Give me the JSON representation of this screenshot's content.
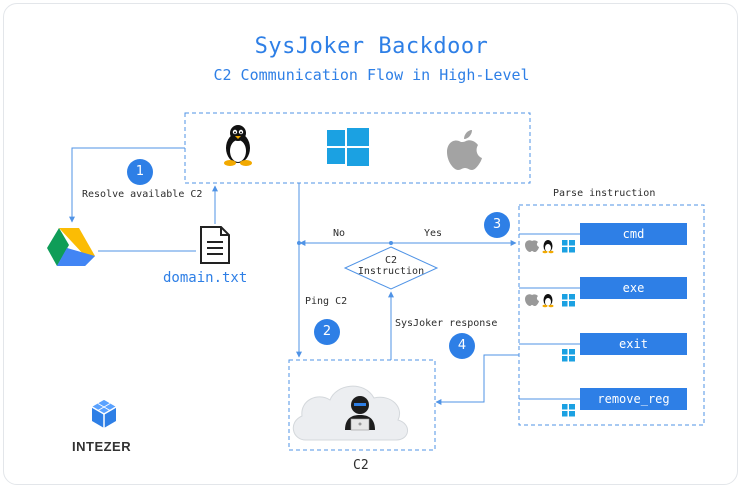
{
  "title": "SysJoker Backdoor",
  "subtitle": "C2 Communication Flow in High-Level",
  "os_icons": [
    "linux-icon",
    "windows-icon",
    "apple-icon"
  ],
  "steps": {
    "s1": {
      "number": "1",
      "label": "Resolve available C2"
    },
    "s2": {
      "number": "2",
      "label": "Ping C2"
    },
    "s3": {
      "number": "3",
      "label": "Parse instruction"
    },
    "s4": {
      "number": "4",
      "label": "SysJoker response"
    }
  },
  "decision": {
    "line1": "C2",
    "line2": "Instruction",
    "no": "No",
    "yes": "Yes"
  },
  "file_label": "domain.txt",
  "c2_label": "C2",
  "commands": [
    "cmd",
    "exe",
    "exit",
    "remove_reg"
  ],
  "brand": "INTEZER",
  "colors": {
    "accent": "#2e7fe6",
    "line": "#4f93e6",
    "text": "#2d2d2d"
  }
}
